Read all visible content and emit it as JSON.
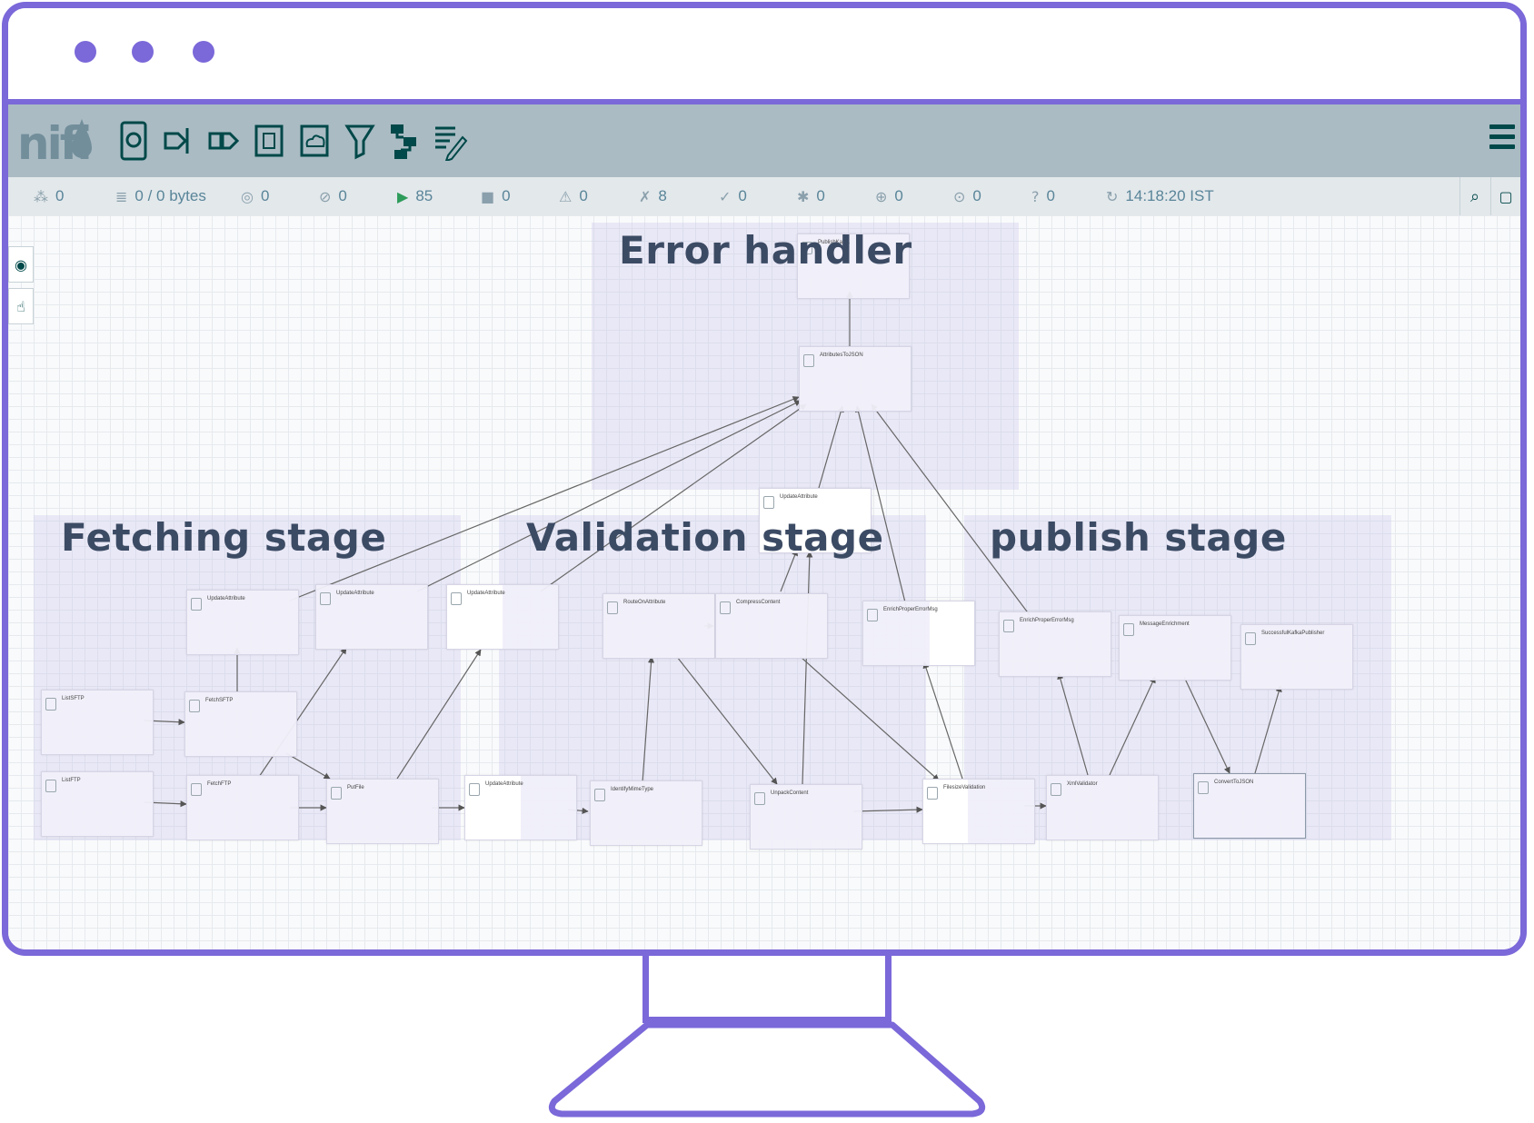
{
  "app": {
    "logo_text": "nifi",
    "toolbar_icons": [
      "processor-icon",
      "input-port-icon",
      "output-port-icon",
      "process-group-icon",
      "remote-process-group-icon",
      "funnel-icon",
      "template-icon",
      "label-icon"
    ],
    "menu_icon": "hamburger-icon"
  },
  "status": [
    {
      "icon": "cluster-icon",
      "value": "0"
    },
    {
      "icon": "queue-icon",
      "value": "0 / 0 bytes"
    },
    {
      "icon": "transmitting-icon",
      "value": "0"
    },
    {
      "icon": "not-transmitting-icon",
      "value": "0"
    },
    {
      "icon": "running-icon",
      "value": "85"
    },
    {
      "icon": "stopped-icon",
      "value": "0"
    },
    {
      "icon": "invalid-icon",
      "value": "0"
    },
    {
      "icon": "disabled-icon",
      "value": "8"
    },
    {
      "icon": "up-to-date-icon",
      "value": "0"
    },
    {
      "icon": "locally-modified-icon",
      "value": "0"
    },
    {
      "icon": "stale-icon",
      "value": "0"
    },
    {
      "icon": "locally-modified-stale-icon",
      "value": "0"
    },
    {
      "icon": "sync-failure-icon",
      "value": "0"
    },
    {
      "icon": "refresh-icon",
      "value": "14:18:20 IST"
    }
  ],
  "groups": {
    "error": "Error handler",
    "fetch": "Fetching stage",
    "validate": "Validation stage",
    "publish": "publish stage"
  },
  "processors": [
    {
      "id": "p1",
      "name": "PublishKafka"
    },
    {
      "id": "p2",
      "name": "AttributesToJSON"
    },
    {
      "id": "p3",
      "name": "UpdateAttribute"
    },
    {
      "id": "p4",
      "name": "UpdateAttribute"
    },
    {
      "id": "p5",
      "name": "UpdateAttribute"
    },
    {
      "id": "p6",
      "name": "UpdateAttribute"
    },
    {
      "id": "p7",
      "name": "ListSFTP"
    },
    {
      "id": "p8",
      "name": "FetchSFTP"
    },
    {
      "id": "p9",
      "name": "ListFTP"
    },
    {
      "id": "p10",
      "name": "FetchFTP"
    },
    {
      "id": "p11",
      "name": "PutFile"
    },
    {
      "id": "p12",
      "name": "UpdateAttribute"
    },
    {
      "id": "p13",
      "name": "RouteOnAttribute"
    },
    {
      "id": "p14",
      "name": "CompressContent"
    },
    {
      "id": "p15",
      "name": "EnrichProperErrorMsg"
    },
    {
      "id": "p16",
      "name": "IdentifyMimeType"
    },
    {
      "id": "p17",
      "name": "UnpackContent"
    },
    {
      "id": "p18",
      "name": "FilesizeValidation"
    },
    {
      "id": "p19",
      "name": "EnrichProperErrorMsg"
    },
    {
      "id": "p20",
      "name": "MessageEnrichment"
    },
    {
      "id": "p21",
      "name": "SuccessfulKafkaPublisher"
    },
    {
      "id": "p22",
      "name": "XmlValidator"
    },
    {
      "id": "p23",
      "name": "ConvertToJSON"
    }
  ]
}
